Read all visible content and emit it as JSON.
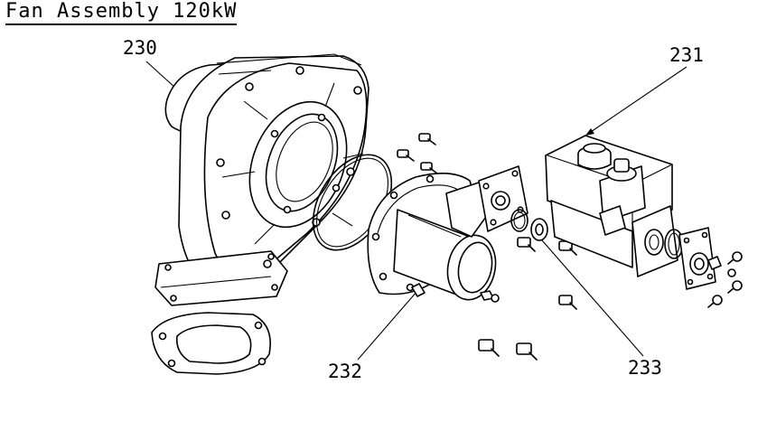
{
  "title": "Fan Assembly 120kW",
  "callouts": {
    "c230": "230",
    "c231": "231",
    "c232": "232",
    "c233": "233"
  }
}
